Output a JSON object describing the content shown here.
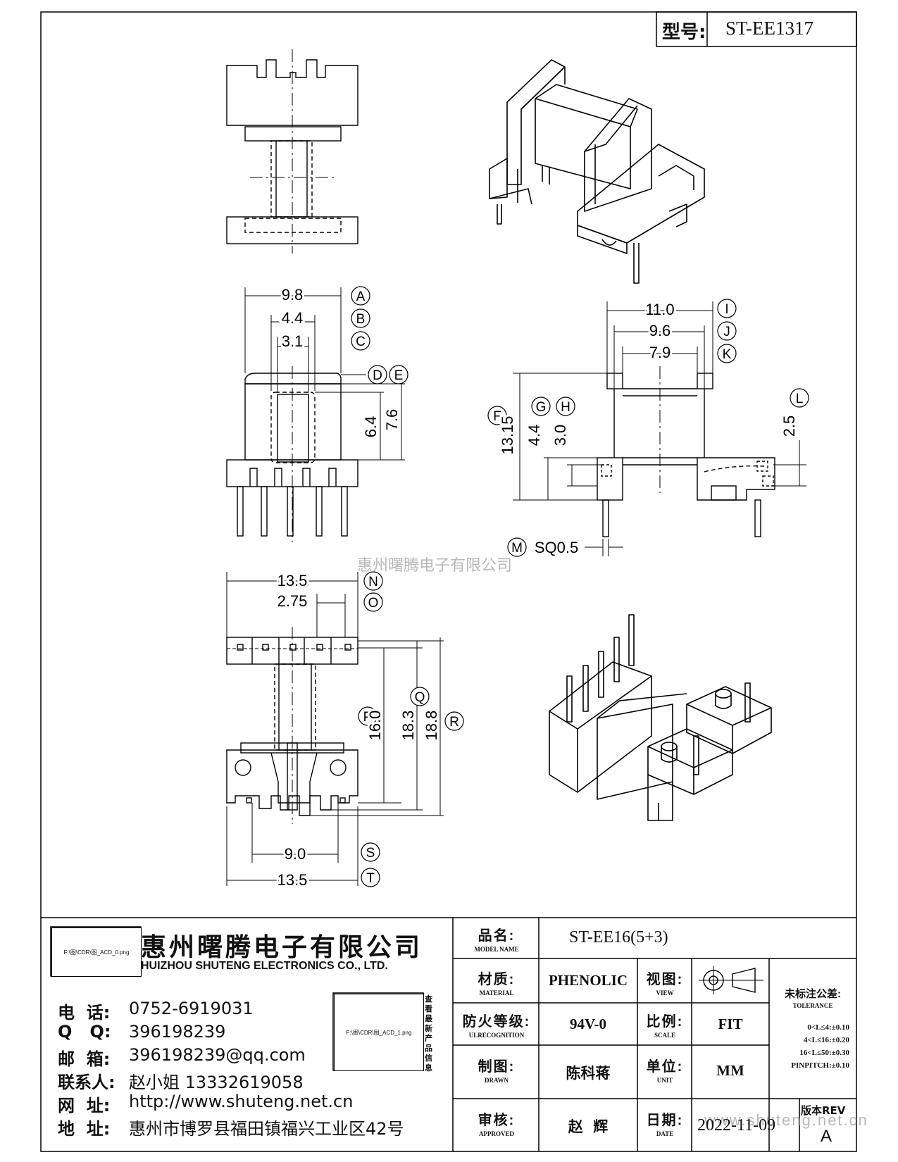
{
  "model_no": {
    "label": "型号:",
    "value": "ST-EE1317"
  },
  "watermark": "惠州曙腾电子有限公司",
  "watermark_footer": "www.shuteng.net.cn",
  "dimensions": {
    "A": "9.8",
    "B": "4.4",
    "C": "3.1",
    "D": "6.4",
    "E": "7.6",
    "F": "13.15",
    "G": "4.4",
    "H": "3.0",
    "I": "11.0",
    "J": "9.6",
    "K": "7.9",
    "L": "2.5",
    "M": "SQ0.5",
    "N": "13.5",
    "O": "2.75",
    "P": "16.0",
    "Q": "18.3",
    "R": "18.8",
    "S": "9.0",
    "T": "13.5"
  },
  "callouts": [
    "A",
    "B",
    "C",
    "D",
    "E",
    "F",
    "G",
    "H",
    "I",
    "J",
    "K",
    "L",
    "M",
    "N",
    "O",
    "P",
    "Q",
    "R",
    "S",
    "T"
  ],
  "company": {
    "name_cn": "惠州曙腾电子有限公司",
    "name_en": "HUIZHOU SHUTENG ELECTRONICS CO., LTD.",
    "logo_path": "F:\\图\\CDR\\图_ACD_0.png",
    "qr_path": "F:\\图\\CDR\\图_ACD_1.png",
    "qr_caption": "查看最新产品信息"
  },
  "contact": [
    {
      "label": "电  话:",
      "value": "0752-6919031"
    },
    {
      "label": "Q   Q:",
      "value": "396198239"
    },
    {
      "label": "邮  箱:",
      "value": "396198239@qq.com"
    },
    {
      "label": "联系人:",
      "value": "赵小姐 13332619058"
    },
    {
      "label": "网  址:",
      "value": "http://www.shuteng.net.cn"
    },
    {
      "label": "地  址:",
      "value": "惠州市博罗县福田镇福兴工业区42号"
    }
  ],
  "title_block": {
    "model_name": {
      "label": "品名:",
      "sub": "MODEL NAME",
      "value": "ST-EE16(5+3)"
    },
    "material": {
      "label": "材质:",
      "sub": "MATERIAL",
      "value": "PHENOLIC"
    },
    "view": {
      "label": "视图:",
      "sub": "VIEW"
    },
    "tolerance": {
      "label": "未标注公差:",
      "sub": "TOLERANCE",
      "lines": [
        "0<L≤4:±0.10",
        "4<L≤16:±0.20",
        "16<L≤50:±0.30",
        "PINPITCH:±0.10"
      ]
    },
    "ul": {
      "label": "防火等级:",
      "sub": "ULRECOGNITION",
      "value": "94V-0"
    },
    "scale": {
      "label": "比例:",
      "sub": "SCALE",
      "value": "FIT"
    },
    "drawn": {
      "label": "制图:",
      "sub": "DRAWN",
      "value": "陈科蒋"
    },
    "unit": {
      "label": "单位:",
      "sub": "UNIT",
      "value": "MM"
    },
    "approved": {
      "label": "审核:",
      "sub": "APPROVED",
      "value": "赵  辉"
    },
    "date": {
      "label": "日期:",
      "sub": "DATE",
      "value": "2022-11-09"
    },
    "rev": {
      "label": "版本REV",
      "value": "A"
    }
  }
}
